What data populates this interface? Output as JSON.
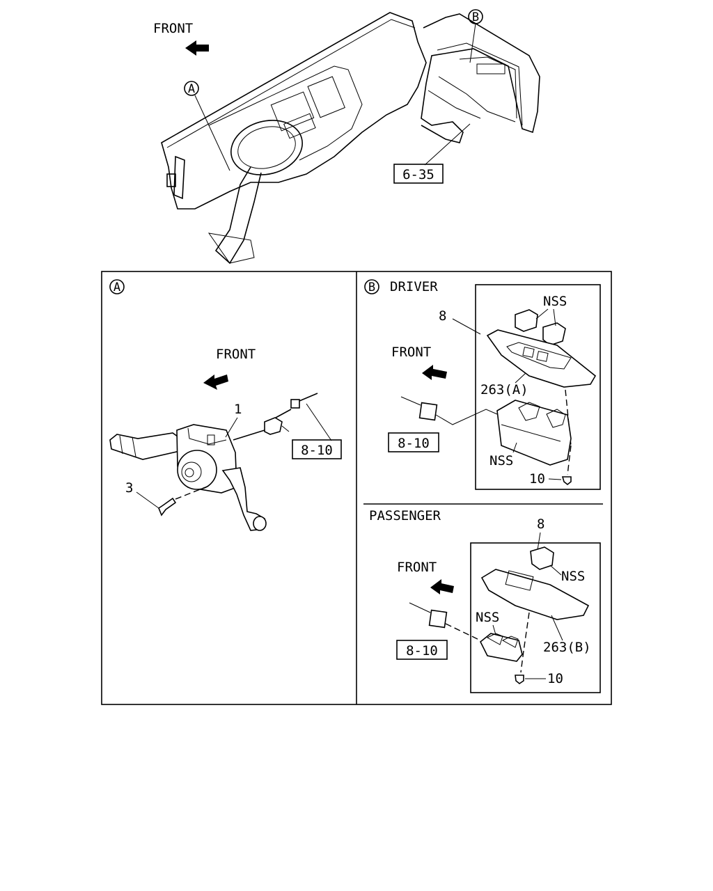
{
  "top_view": {
    "front_label": "FRONT",
    "callout_a": "A",
    "callout_b": "B",
    "ref_box": "6-35"
  },
  "panel_a": {
    "callout": "A",
    "front_label": "FRONT",
    "part_1": "1",
    "part_3": "3",
    "ref_box": "8-10"
  },
  "panel_b_driver": {
    "callout": "B",
    "title": "DRIVER",
    "front_label": "FRONT",
    "part_8": "8",
    "nss_top": "NSS",
    "part_263a": "263(A)",
    "nss_bottom": "NSS",
    "part_10": "10",
    "ref_box": "8-10"
  },
  "panel_b_passenger": {
    "title": "PASSENGER",
    "front_label": "FRONT",
    "part_8": "8",
    "nss_right": "NSS",
    "nss_left": "NSS",
    "part_263b": "263(B)",
    "part_10": "10",
    "ref_box": "8-10"
  },
  "icons": [
    "arrow-front-icon",
    "circle-callout-icon"
  ]
}
